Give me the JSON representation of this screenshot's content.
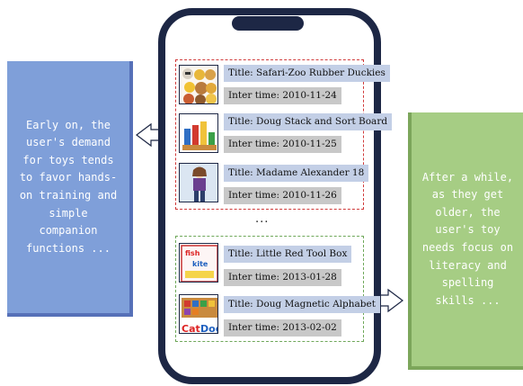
{
  "notes": {
    "left": "Early on, the\nuser's demand\nfor toys tends\nto favor hands-\non training and\nsimple\ncompanion\nfunctions ...",
    "right": "After a while,\nas they get\nolder, the\nuser's toy\nneeds focus on\nliteracy and\nspelling\nskills ..."
  },
  "items": [
    {
      "title": "Title: Safari-Zoo Rubber Duckies",
      "time": "Inter time: 2010-11-24"
    },
    {
      "title": "Title: Doug Stack and Sort Board",
      "time": "Inter time: 2010-11-25"
    },
    {
      "title": "Title: Madame Alexander 18",
      "time": "Inter time: 2010-11-26"
    },
    {
      "title": "Title: Little Red Tool Box",
      "time": "Inter time: 2013-01-28"
    },
    {
      "title": "Title: Doug Magnetic Alphabet",
      "time": "Inter time: 2013-02-02"
    }
  ],
  "ellipsis": "...",
  "thumb_text": {
    "fish": "fish",
    "kite": "kite",
    "cat": "Cat",
    "dog": "Dog"
  },
  "colors": {
    "early_group_border": "#d03a3a",
    "later_group_border": "#6fa85a",
    "left_note_bg": "#7f9fd9",
    "right_note_bg": "#a6cd84",
    "phone_frame": "#1d2745"
  }
}
